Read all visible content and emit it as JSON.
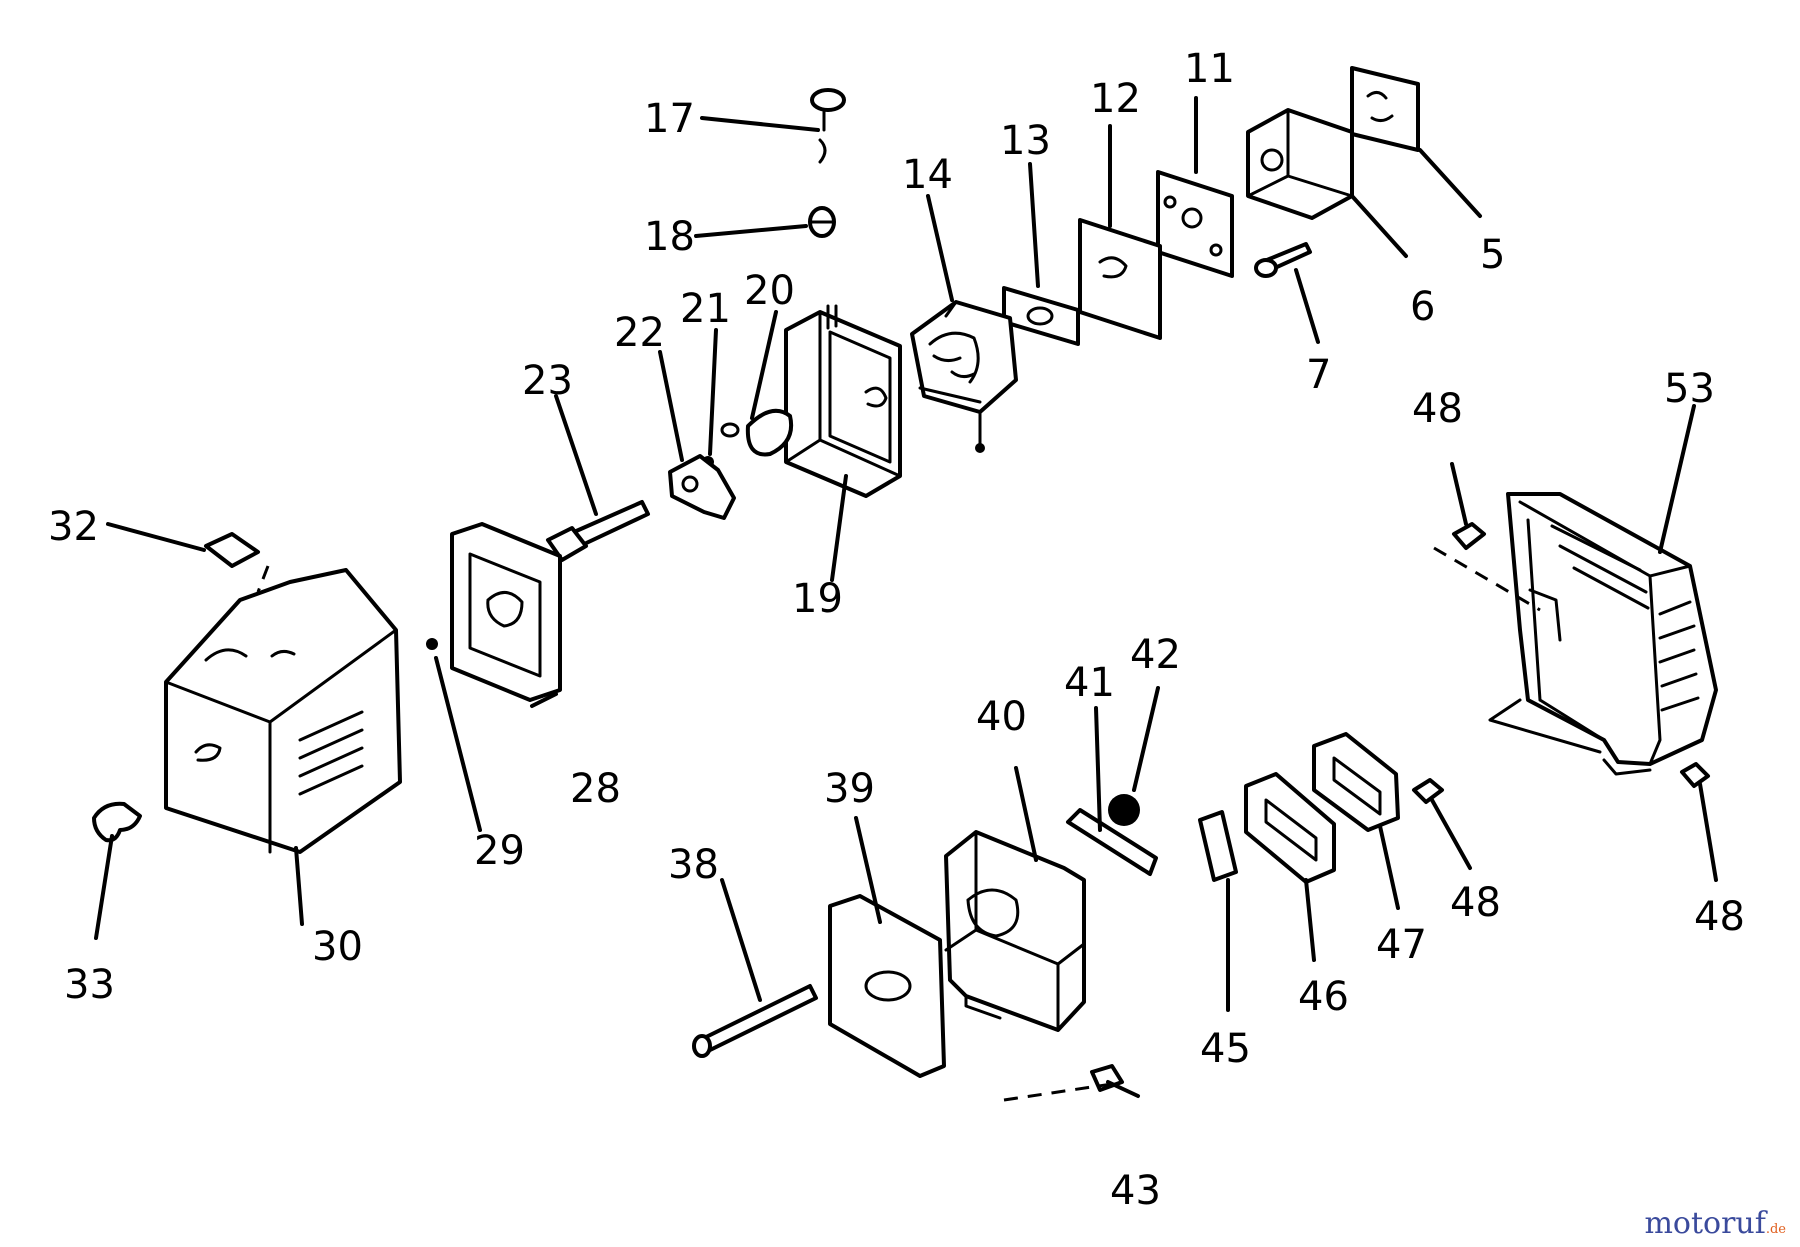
{
  "labels": [
    {
      "id": "5",
      "text": "5"
    },
    {
      "id": "6",
      "text": "6"
    },
    {
      "id": "7",
      "text": "7"
    },
    {
      "id": "11",
      "text": "11"
    },
    {
      "id": "12",
      "text": "12"
    },
    {
      "id": "13",
      "text": "13"
    },
    {
      "id": "14",
      "text": "14"
    },
    {
      "id": "17",
      "text": "17"
    },
    {
      "id": "18",
      "text": "18"
    },
    {
      "id": "19",
      "text": "19"
    },
    {
      "id": "20",
      "text": "20"
    },
    {
      "id": "21",
      "text": "21"
    },
    {
      "id": "22",
      "text": "22"
    },
    {
      "id": "23",
      "text": "23"
    },
    {
      "id": "28",
      "text": "28"
    },
    {
      "id": "29",
      "text": "29"
    },
    {
      "id": "30",
      "text": "30"
    },
    {
      "id": "32",
      "text": "32"
    },
    {
      "id": "33",
      "text": "33"
    },
    {
      "id": "38",
      "text": "38"
    },
    {
      "id": "39",
      "text": "39"
    },
    {
      "id": "40",
      "text": "40"
    },
    {
      "id": "41",
      "text": "41"
    },
    {
      "id": "42",
      "text": "42"
    },
    {
      "id": "43",
      "text": "43"
    },
    {
      "id": "45",
      "text": "45"
    },
    {
      "id": "46",
      "text": "46"
    },
    {
      "id": "47",
      "text": "47"
    },
    {
      "id": "48a",
      "text": "48"
    },
    {
      "id": "48b",
      "text": "48"
    },
    {
      "id": "48c",
      "text": "48"
    },
    {
      "id": "53",
      "text": "53"
    }
  ],
  "watermark": {
    "brand": "motoruf",
    "tld": ".de"
  }
}
